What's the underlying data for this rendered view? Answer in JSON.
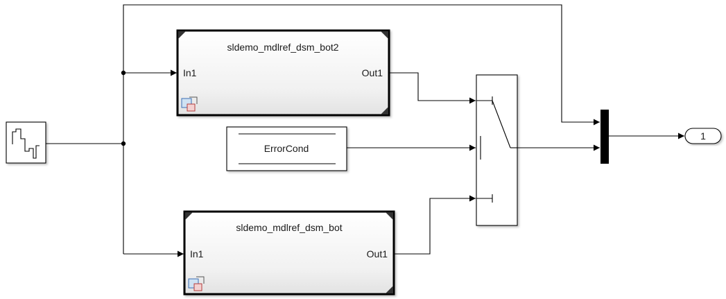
{
  "diagram": {
    "source_block": {
      "icon": "signal-generator-waveform-icon"
    },
    "model_refs": [
      {
        "name": "sldemo_mdlref_dsm_bot2",
        "in_port": "In1",
        "out_port": "Out1",
        "badge": "model-reference-icon"
      },
      {
        "name": "sldemo_mdlref_dsm_bot",
        "in_port": "In1",
        "out_port": "Out1",
        "badge": "model-reference-icon"
      }
    ],
    "data_store": {
      "label": "ErrorCond"
    },
    "switch_block": {
      "icon": "switch-icon"
    },
    "mux_block": {
      "icon": "mux-bar-icon"
    },
    "outport": {
      "label": "1"
    }
  }
}
